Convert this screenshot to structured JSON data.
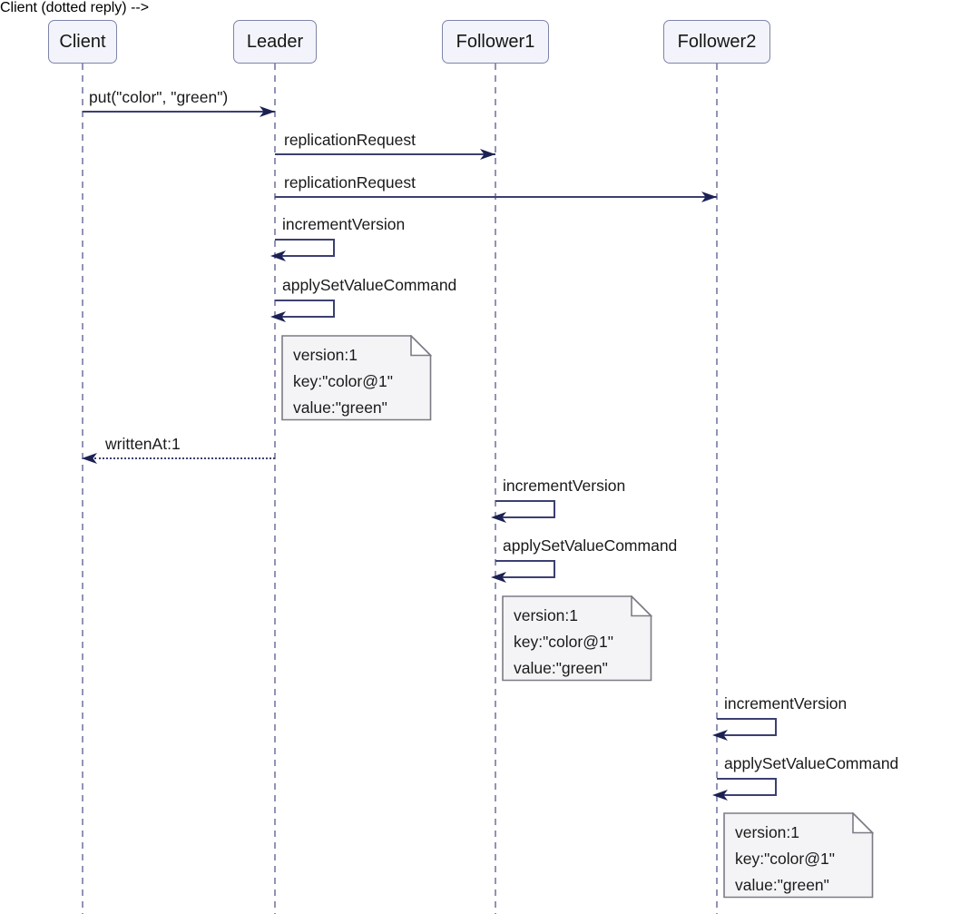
{
  "diagram": {
    "type": "sequence",
    "actors": [
      {
        "id": "client",
        "label": "Client"
      },
      {
        "id": "leader",
        "label": "Leader"
      },
      {
        "id": "follower1",
        "label": "Follower1"
      },
      {
        "id": "follower2",
        "label": "Follower2"
      }
    ],
    "messages": [
      {
        "label": "put(\"color\", \"green\")",
        "from": "Client",
        "to": "Leader",
        "style": "solid"
      },
      {
        "label": "replicationRequest",
        "from": "Leader",
        "to": "Follower1",
        "style": "solid"
      },
      {
        "label": "replicationRequest",
        "from": "Leader",
        "to": "Follower2",
        "style": "solid"
      },
      {
        "label": "incrementVersion",
        "from": "Leader",
        "to": "Leader",
        "style": "self"
      },
      {
        "label": "applySetValueCommand",
        "from": "Leader",
        "to": "Leader",
        "style": "self"
      },
      {
        "label": "writtenAt:1",
        "from": "Leader",
        "to": "Client",
        "style": "dotted-reply"
      },
      {
        "label": "incrementVersion",
        "from": "Follower1",
        "to": "Follower1",
        "style": "self"
      },
      {
        "label": "applySetValueCommand",
        "from": "Follower1",
        "to": "Follower1",
        "style": "self"
      },
      {
        "label": "incrementVersion",
        "from": "Follower2",
        "to": "Follower2",
        "style": "self"
      },
      {
        "label": "applySetValueCommand",
        "from": "Follower2",
        "to": "Follower2",
        "style": "self"
      }
    ],
    "notes": [
      {
        "anchor": "Leader",
        "lines": [
          "version:1",
          "key:\"color@1\"",
          "value:\"green\""
        ]
      },
      {
        "anchor": "Follower1",
        "lines": [
          "version:1",
          "key:\"color@1\"",
          "value:\"green\""
        ]
      },
      {
        "anchor": "Follower2",
        "lines": [
          "version:1",
          "key:\"color@1\"",
          "value:\"green\""
        ]
      }
    ],
    "colors": {
      "background": "#ffffff",
      "message_line": "#3b4070",
      "arrowhead": "#1b2152",
      "lifeline": "#9193b5",
      "actor_fill": "#f3f4fb",
      "actor_border": "#7e84a8",
      "note_fill": "#f4f4f6",
      "note_border": "#7b7b85",
      "text": "#1a1a1a"
    }
  }
}
